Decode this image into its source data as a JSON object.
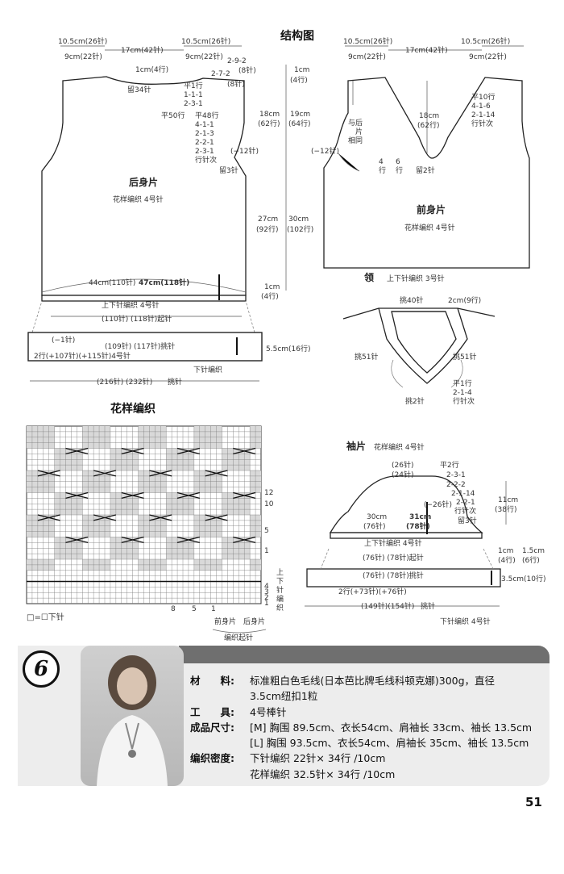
{
  "page": {
    "title_structure": "结构图",
    "title_pattern": "花样编织",
    "page_number": "51"
  },
  "back": {
    "name": "后身片",
    "stitch": "花样编织 4号针",
    "shoulder_l": "10.5cm(26针)",
    "shoulder_l2": "9cm(22针)",
    "neck": "17cm(42针)",
    "shoulder_r": "10.5cm(26针)",
    "shoulder_r2": "9cm(22针)",
    "neck_rows": "1cm(4行)",
    "neck_bind": "留34针",
    "slope_a": "2-9-2",
    "slope_b": "2-7-2",
    "slope_c": "(8针)",
    "slope_d": "(8针)",
    "shoulder_h1": "1cm",
    "shoulder_h2": "(4行)",
    "dec_a1": "平1行",
    "dec_a2": "1-1-1",
    "dec_a3": "2-3-1",
    "dec_b0": "平50行",
    "dec_b1": "平48行",
    "dec_b2": "4-1-1",
    "dec_b3": "2-1-3",
    "dec_b4": "2-2-1",
    "dec_b5": "2-3-1",
    "dec_b6": "行针次",
    "armhole_st": "(−12针)",
    "armhole_bind": "留3针",
    "arm_h1": "18cm",
    "arm_h2": "19cm",
    "arm_r1": "(62行)",
    "arm_r2": "(64行)",
    "body_h1": "27cm",
    "body_h2": "30cm",
    "body_r1": "(92行)",
    "body_r2": "(102行)",
    "width": "44cm(110针)",
    "width2": "47cm(118针)",
    "band_h1": "1cm",
    "band_h2": "(4行)",
    "band_label": "上下针编织 4号针",
    "band_cast": "(110针) (118针)起针"
  },
  "front": {
    "name": "前身片",
    "stitch": "花样编织 4号针",
    "shoulder_l": "10.5cm(26针)",
    "shoulder_l2": "9cm(22针)",
    "neck": "17cm(42针)",
    "shoulder_r": "10.5cm(26针)",
    "shoulder_r2": "9cm(22针)",
    "same_as": [
      "与后",
      "片",
      "相同"
    ],
    "v_h": "18cm",
    "v_r": "(62行)",
    "v_dec1": "平10行",
    "v_dec2": "4-1-6",
    "v_dec3": "2-1-14",
    "v_dec4": "行针次",
    "armhole_st": "(−12针)",
    "mid_a": "4",
    "mid_b": "6",
    "mid_c": "行",
    "mid_d": "行",
    "center_bind": "留2针"
  },
  "hem": {
    "dec": "(−1针)",
    "pickup": "(109针) (117针)挑针",
    "inc": "2行(+107针)(+115针)4号针",
    "height": "5.5cm(16行)",
    "stitch": "下针编织",
    "total": "(216针) (232针)",
    "total2": "挑针"
  },
  "collar": {
    "name": "领",
    "stitch": "上下针编织 3号针",
    "pick_back": "挑40针",
    "width": "2cm(9行)",
    "pick_left": "挑51针",
    "pick_right": "挑51针",
    "dec1": "平1行",
    "dec2": "2-1-4",
    "dec3": "行针次",
    "pick_center": "挑2针"
  },
  "sleeve": {
    "name": "袖片",
    "stitch": "花样编织 4号针",
    "top1": "(26针)",
    "top2": "(24针)",
    "dec1": "平2行",
    "dec2": "2-3-1",
    "dec3": "2-2-2",
    "dec4": "2-1-14",
    "dec5": "2-2-1",
    "dec6": "行针次",
    "dec_st": "(−26针)",
    "bind": "留3针",
    "cap_h1": "11cm",
    "cap_h2": "(38行)",
    "w1": "30cm",
    "w2": "(76针)",
    "w3": "31cm",
    "w4": "(78针)",
    "band": "上下针编织 4号针",
    "band_h1": "1cm",
    "band_h2": "(4行)",
    "band_h3": "1.5cm",
    "band_h4": "(6行)",
    "cast": "(76针) (78针)起针",
    "pick": "(76针) (78针)挑针",
    "cuff_h": "3.5cm(10行)",
    "inc": "2行(+73针)(+76针)",
    "cuff_total": "(149针)(154针)",
    "cuff_total2": "挑针",
    "cuff_stitch": "下针编织 4号针"
  },
  "chart": {
    "legend": "□=☐下针",
    "side_label": [
      "上",
      "下",
      "针",
      "编",
      "织"
    ],
    "front_label": "前身片",
    "back_label": "后身片",
    "cast_label": "编织起针",
    "row_nums": [
      "12",
      "10",
      "5",
      "1"
    ],
    "bottom_rows": [
      "4",
      "3",
      "2",
      "1"
    ],
    "col_nums": [
      "8",
      "5",
      "1"
    ]
  },
  "project": {
    "number": "6",
    "materials_label": "材　　料:",
    "materials": "标准粗白色毛线(日本芭比牌毛线科顿克娜)300g，直径",
    "materials2": "3.5cm纽扣1粒",
    "tools_label": "工　　具:",
    "tools": "4号棒针",
    "size_label": "成品尺寸:",
    "size_m": "[M] 胸围 89.5cm、衣长54cm、肩袖长 33cm、袖长 13.5cm",
    "size_l": "[L] 胸围 93.5cm、衣长54cm、肩袖长 35cm、袖长 13.5cm",
    "gauge_label": "编织密度:",
    "gauge1": "下针编织 22针× 34行 /10cm",
    "gauge2": "花样编织 32.5针× 34行 /10cm"
  }
}
